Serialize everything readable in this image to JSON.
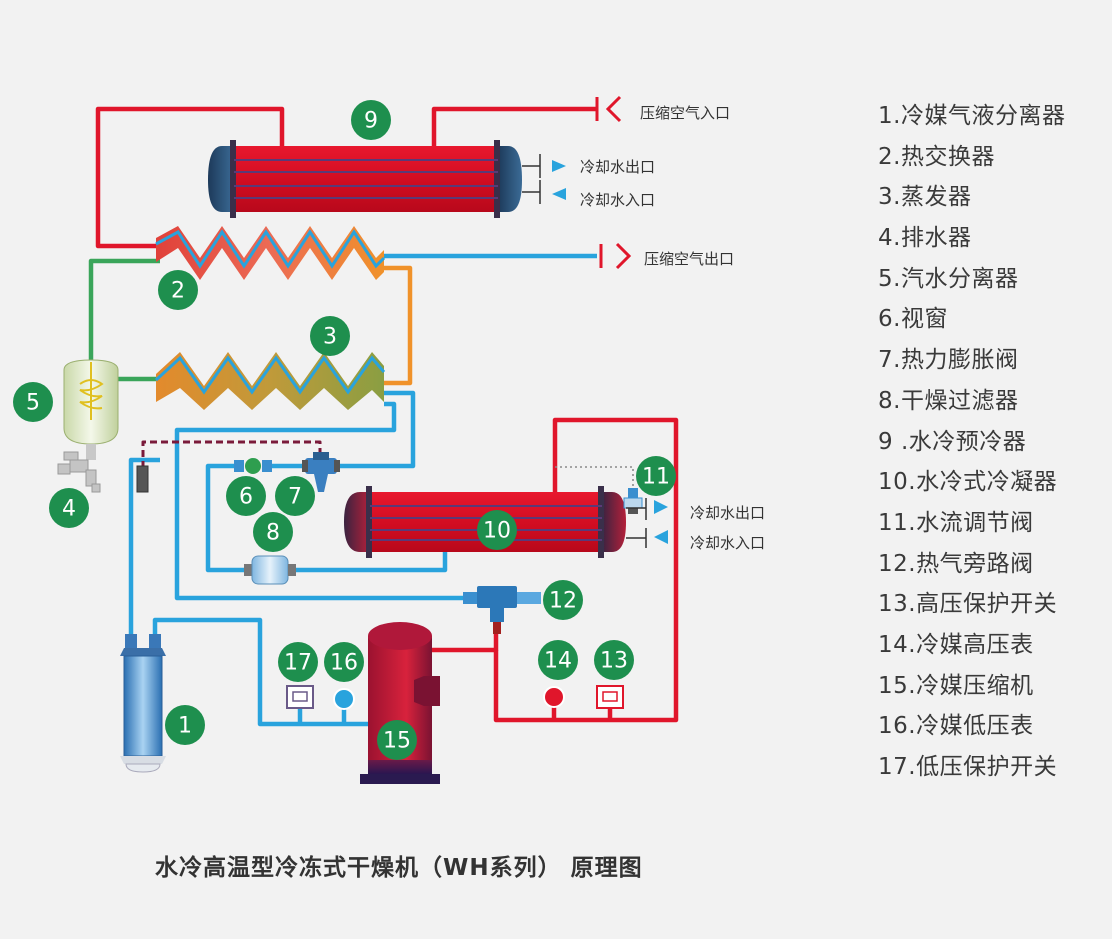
{
  "diagram": {
    "badges": [
      "1",
      "2",
      "3",
      "4",
      "5",
      "6",
      "7",
      "8",
      "9",
      "10",
      "11",
      "12",
      "13",
      "14",
      "15",
      "16",
      "17"
    ],
    "ports": {
      "air_in": "压缩空气入口",
      "air_out": "压缩空气出口",
      "precooler_water_out": "冷却水出口",
      "precooler_water_in": "冷却水入口",
      "condenser_water_out": "冷却水出口",
      "condenser_water_in": "冷却水入口"
    },
    "colors": {
      "hot_line": "#e0162b",
      "cold_line": "#29a3dd",
      "green_line": "#3aa55a",
      "orange_line": "#f0922a",
      "badge": "#1e8f4e"
    }
  },
  "legend": [
    "1.冷媒气液分离器",
    "2.热交换器",
    "3.蒸发器",
    "4.排水器",
    "5.汽水分离器",
    "6.视窗",
    "7.热力膨胀阀",
    "8.干燥过滤器",
    "9 .水冷预冷器",
    "10.水冷式冷凝器",
    "11.水流调节阀",
    "12.热气旁路阀",
    "13.高压保护开关",
    "14.冷媒高压表",
    "15.冷媒压缩机",
    "16.冷媒低压表",
    "17.低压保护开关"
  ],
  "caption": "水冷高温型冷冻式干燥机（WH系列） 原理图"
}
